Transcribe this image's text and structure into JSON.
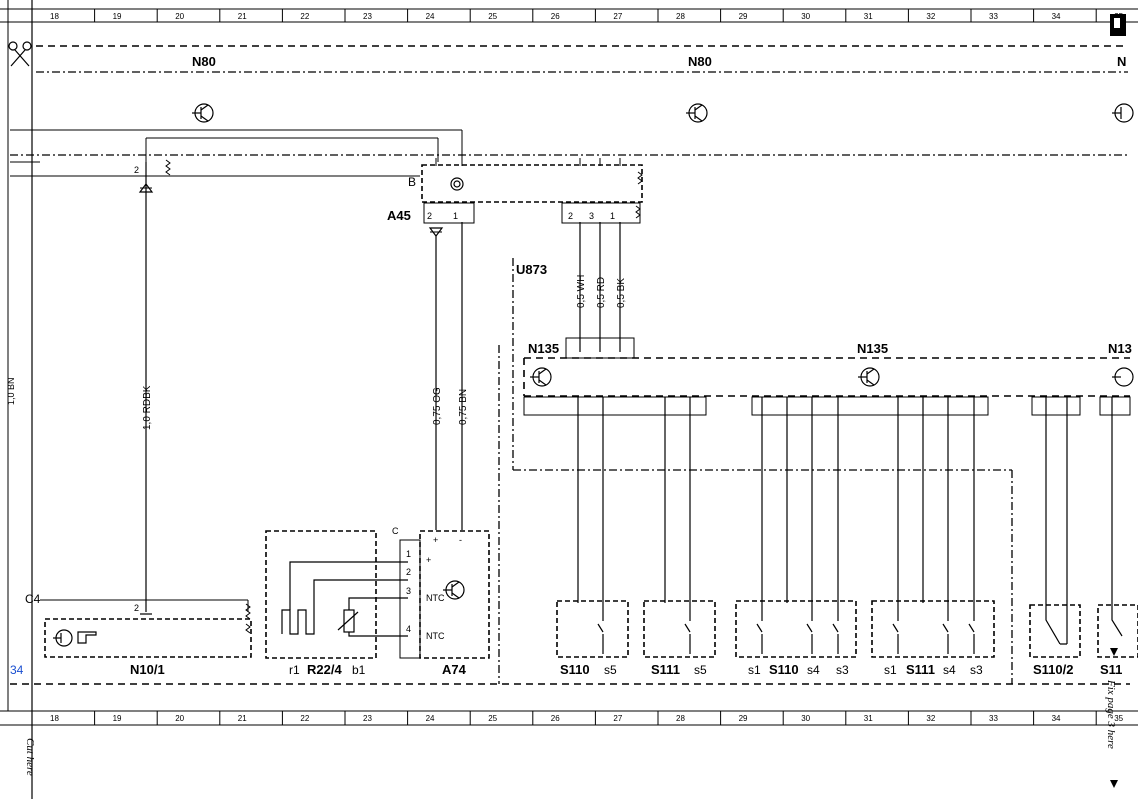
{
  "ruler_top": [
    "18",
    "19",
    "20",
    "21",
    "22",
    "23",
    "24",
    "25",
    "26",
    "27",
    "28",
    "29",
    "30",
    "31",
    "32",
    "33",
    "34",
    "35"
  ],
  "ruler_bottom": [
    "18",
    "19",
    "20",
    "21",
    "22",
    "23",
    "24",
    "25",
    "26",
    "27",
    "28",
    "29",
    "30",
    "31",
    "32",
    "33",
    "34",
    "35"
  ],
  "components": {
    "n80_left": "N80",
    "n80_right": "N80",
    "n80_edge": "N",
    "a45": "A45",
    "a45_pin": "B",
    "u873": "U873",
    "n135_left": "N135",
    "n135_center": "N135",
    "n135_edge": "N13",
    "n10_1": "N10/1",
    "c4": "C4",
    "r22_4": "R22/4",
    "r22_r1": "r1",
    "r22_b1": "b1",
    "a74": "A74",
    "a74_pin": "C",
    "s110_a": "S110",
    "s110_a_s5": "s5",
    "s111_a": "S111",
    "s111_a_s5": "s5",
    "s110_b": "S110",
    "s110_b_s1": "s1",
    "s110_b_s4": "s4",
    "s110_b_s3": "s3",
    "s111_b": "S111",
    "s111_b_s1": "s1",
    "s111_b_s4": "s4",
    "s111_b_s3": "s3",
    "s110_2": "S110/2",
    "s11_edge": "S11",
    "ref_34": "34"
  },
  "wires": {
    "rdbk": "1,0 RDBK",
    "og": "0,75 OG",
    "bn": "0,75 BN",
    "wh": "0,5 WH",
    "rd": "0,5 RD",
    "bk": "0,5 BK",
    "left_edge": "1,0 BN"
  },
  "pins": {
    "p2_left": "2",
    "p2_n10": "2",
    "a45_2": "2",
    "a45_1": "1",
    "u873_2": "2",
    "u873_3": "3",
    "u873_1": "1",
    "a74_1": "1",
    "a74_2": "2",
    "a74_3": "3",
    "a74_4": "4",
    "ntc_a": "NTC",
    "ntc_b": "NTC",
    "plus": "+",
    "minus": "-",
    "plus_small": "+"
  },
  "margin": {
    "cut_here": "Cut here",
    "fix_page": "Fix page 3 here"
  }
}
